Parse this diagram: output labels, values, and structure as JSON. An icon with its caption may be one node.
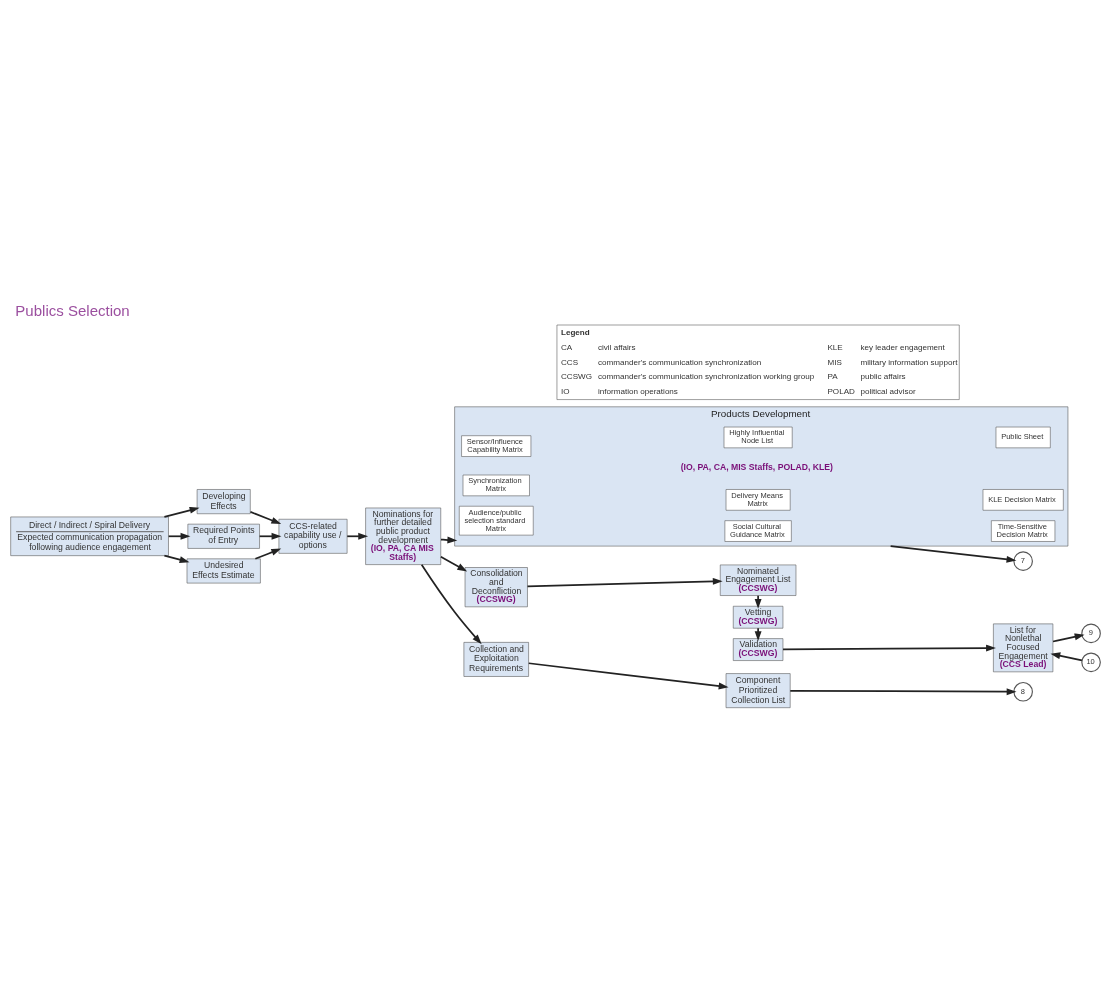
{
  "diagram": {
    "title": "Publics Selection",
    "nodes": [
      {
        "text": [
          "Direct / Indirect / Spiral Delivery",
          "Expected communication propagation following audience engagement"
        ]
      },
      {
        "text": [
          "Developing Effects"
        ]
      },
      {
        "text": [
          "Required Points of Entry"
        ]
      },
      {
        "text": [
          "Undesired Effects Estimate"
        ]
      },
      {
        "text": [
          "CCS-related capability use / options"
        ]
      },
      {
        "text": [
          "Nominations for further detailed public product development",
          "(IO, PA, CA MIS Staffs)"
        ]
      },
      {
        "text": [
          "Consolidation and Deconfliction",
          "(CCSWG)"
        ]
      },
      {
        "text": [
          "Nominated Engagement List",
          "(CCSWG)"
        ]
      },
      {
        "text": [
          "Vetting",
          "(CCSWG)"
        ]
      },
      {
        "text": [
          "Validation",
          "(CCSWG)"
        ]
      },
      {
        "text": [
          "List for Nonlethal Focused Engagement",
          "(CCS Lead)"
        ]
      },
      {
        "text": [
          "Collection and Exploitation Requirements"
        ]
      },
      {
        "text": [
          "Component Prioritized Collection List"
        ]
      },
      {
        "text": [
          "Products Development",
          "(IO, PA, CA, MIS Staffs, POLAD, KLE)"
        ]
      },
      {
        "text": [
          "Sensor/Influence Capability Matrix"
        ],
        "in": 13
      },
      {
        "text": [
          "Highly Influential Node List"
        ],
        "in": 13
      },
      {
        "text": [
          "Public Sheet"
        ],
        "in": 13
      },
      {
        "text": [
          "Audience/public selection standard Matrix"
        ],
        "in": 13
      },
      {
        "text": [
          "Social Cultural Guidance Matrix"
        ],
        "in": 13
      },
      {
        "text": [
          "Time-Sensitive Decision Matrix"
        ],
        "in": 13
      },
      {
        "text": [
          "Synchronization Matrix"
        ],
        "in": 13
      },
      {
        "text": [
          "Delivery Means Matrix"
        ],
        "in": 13
      },
      {
        "text": [
          "KLE Decision Matrix"
        ],
        "in": 13
      },
      {
        "text": [
          "7"
        ]
      },
      {
        "text": [
          "8"
        ]
      },
      {
        "text": [
          "9"
        ]
      },
      {
        "text": [
          "10"
        ]
      }
    ],
    "edges": [
      {
        "from": 0,
        "to": 1,
        "arrow": "to"
      },
      {
        "from": 0,
        "to": 2,
        "arrow": "to"
      },
      {
        "from": 0,
        "to": 3,
        "arrow": "to"
      },
      {
        "from": 1,
        "to": 4,
        "arrow": "to"
      },
      {
        "from": 2,
        "to": 4,
        "arrow": "to"
      },
      {
        "from": 3,
        "to": 4,
        "arrow": "to"
      },
      {
        "from": 4,
        "to": 5,
        "arrow": "to"
      },
      {
        "from": 5,
        "to": 6,
        "arrow": "to"
      },
      {
        "from": 5,
        "to": 11,
        "arrow": "to"
      },
      {
        "from": 5,
        "to": 13,
        "arrow": "to"
      },
      {
        "from": 6,
        "to": 7,
        "arrow": "to"
      },
      {
        "from": 7,
        "to": 8,
        "arrow": "to"
      },
      {
        "from": 8,
        "to": 9,
        "arrow": "to"
      },
      {
        "from": 9,
        "to": 10,
        "arrow": "to"
      },
      {
        "from": 11,
        "to": 12,
        "arrow": "to"
      },
      {
        "from": 12,
        "to": 24,
        "arrow": "to"
      },
      {
        "from": 13,
        "to": 23,
        "arrow": "to"
      },
      {
        "from": 10,
        "to": 25,
        "arrow": "to"
      },
      {
        "from": 26,
        "to": 10,
        "arrow": "to"
      }
    ],
    "labels": [
      "Legend",
      "CA",
      "civil affairs",
      "KLE",
      "key leader engagement",
      "CCS",
      "commander's communication synchronization",
      "MIS",
      "military information support",
      "CCSWG",
      "commander's communication synchronization working group",
      "PA",
      "public affairs",
      "IO",
      "information operations",
      "POLAD",
      "political advisor"
    ]
  }
}
